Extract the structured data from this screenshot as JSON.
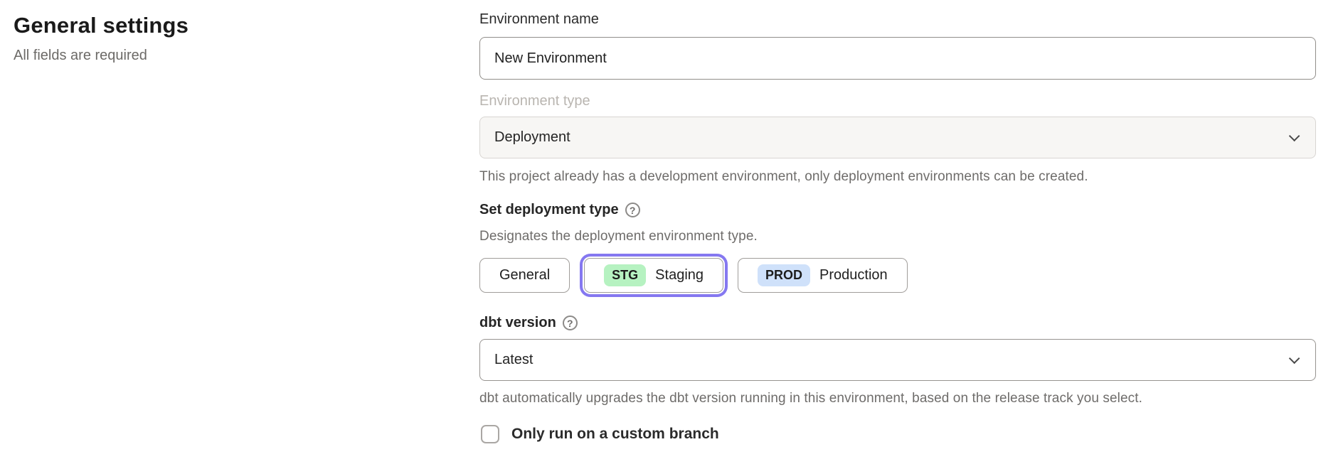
{
  "header": {
    "title": "General settings",
    "subtitle": "All fields are required"
  },
  "form": {
    "environment_name": {
      "label": "Environment name",
      "value": "New Environment"
    },
    "environment_type": {
      "label": "Environment type",
      "value": "Deployment",
      "disabled": true,
      "helper": "This project already has a development environment, only deployment environments can be created."
    },
    "deployment_type": {
      "label": "Set deployment type",
      "help_icon": "?",
      "description": "Designates the deployment environment type.",
      "options": [
        {
          "label": "General",
          "selected": false
        },
        {
          "badge": "STG",
          "label": "Staging",
          "selected": true,
          "badge_color": "#b6f2c1"
        },
        {
          "badge": "PROD",
          "label": "Production",
          "selected": false,
          "badge_color": "#cfe1fa"
        }
      ]
    },
    "dbt_version": {
      "label": "dbt version",
      "help_icon": "?",
      "value": "Latest",
      "helper": "dbt automatically upgrades the dbt version running in this environment, based on the release track you select."
    },
    "custom_branch": {
      "label": "Only run on a custom branch",
      "checked": false
    }
  },
  "colors": {
    "selected_outline": "#8578f0",
    "stg_badge_bg": "#b6f2c1",
    "prod_badge_bg": "#cfe1fa",
    "disabled_field_bg": "#f7f6f4"
  }
}
